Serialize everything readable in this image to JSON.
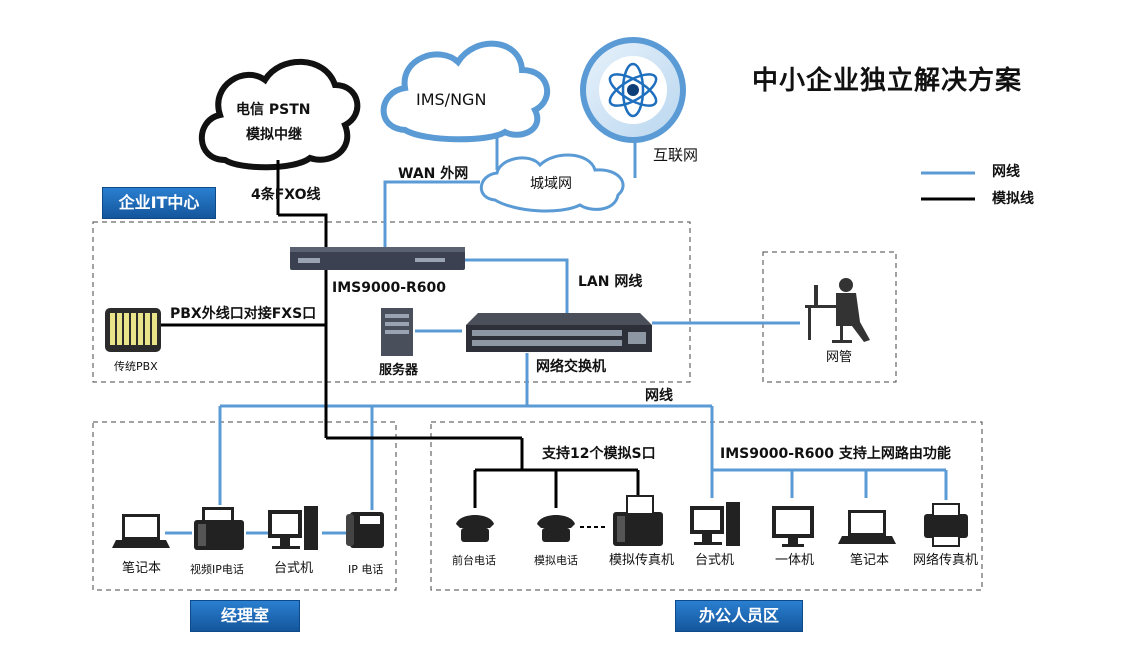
{
  "title": "中小企业独立解决方案",
  "legend": {
    "network_line": "网线",
    "analog_line": "模拟线"
  },
  "clouds": {
    "pstn_line1": "电信 PSTN",
    "pstn_line2": "模拟中继",
    "ims": "IMS/NGN",
    "metro": "城域网",
    "internet": "互联网"
  },
  "zones": {
    "it_center": "企业IT中心",
    "manager": "经理室",
    "office": "办公人员区"
  },
  "labels": {
    "fxo": "4条FXO线",
    "wan": "WAN 外网",
    "lan": "LAN 网线",
    "device": "IMS9000-R600",
    "pbx_link": "PBX外线口对接FXS口",
    "pbx": "传统PBX",
    "server": "服务器",
    "switch": "网络交换机",
    "netmgr": "网管",
    "network_line": "网线",
    "analog_ports": "支持12个模拟S口",
    "routing": "IMS9000-R600 支持上网路由功能"
  },
  "manager_devices": [
    "笔记本",
    "视频IP电话",
    "台式机",
    "IP 电话"
  ],
  "office_devices": [
    "前台电话",
    "模拟电话",
    "模拟传真机",
    "台式机",
    "一体机",
    "笔记本",
    "网络传真机"
  ],
  "colors": {
    "network": "#5b9bd5",
    "analog": "#000000",
    "badge": "#1f6fbf"
  }
}
